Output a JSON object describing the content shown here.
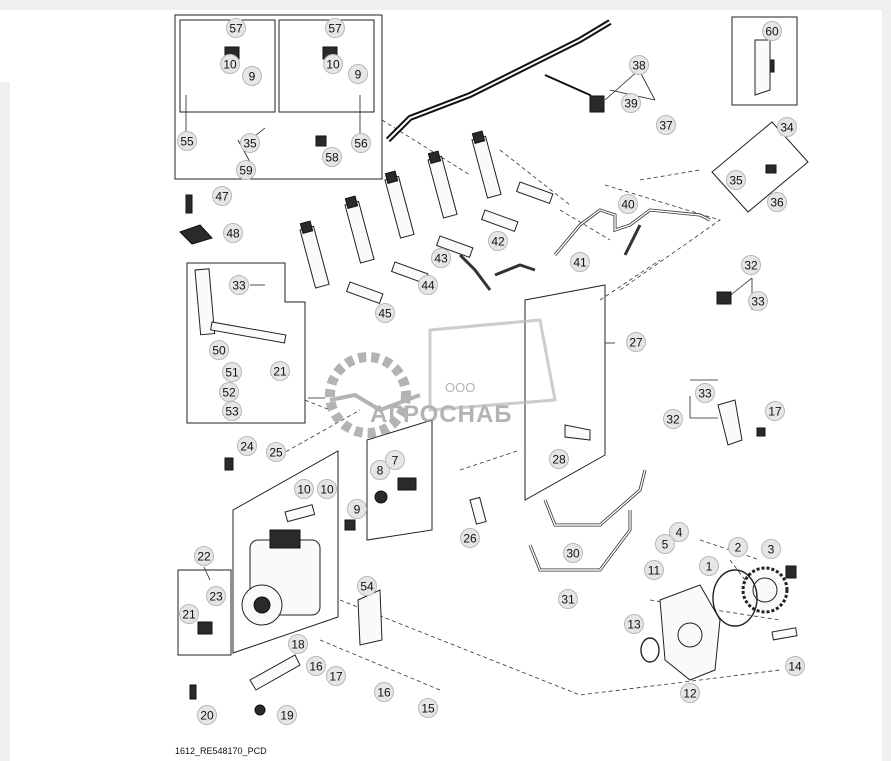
{
  "caption": "1612_RE548170_PCD",
  "watermark": {
    "line1": "ООО",
    "line2": "АГРОСНАБ"
  },
  "callouts": [
    "57",
    "10",
    "9",
    "55",
    "57",
    "10",
    "9",
    "56",
    "35",
    "59",
    "58",
    "60",
    "38",
    "39",
    "37",
    "34",
    "35",
    "36",
    "47",
    "48",
    "40",
    "41",
    "42",
    "43",
    "44",
    "45",
    "33",
    "50",
    "51",
    "52",
    "53",
    "21",
    "32",
    "33",
    "27",
    "33",
    "32",
    "17",
    "24",
    "25",
    "10",
    "10",
    "9",
    "8",
    "7",
    "28",
    "26",
    "30",
    "31",
    "22",
    "21",
    "23",
    "54",
    "18",
    "16",
    "17",
    "16",
    "15",
    "20",
    "19",
    "4",
    "5",
    "2",
    "1",
    "3",
    "11",
    "13",
    "12",
    "14"
  ],
  "colors": {
    "callout_fill": "#e6e6e6",
    "line": "#222222",
    "watermark": "#9a9a9a"
  }
}
